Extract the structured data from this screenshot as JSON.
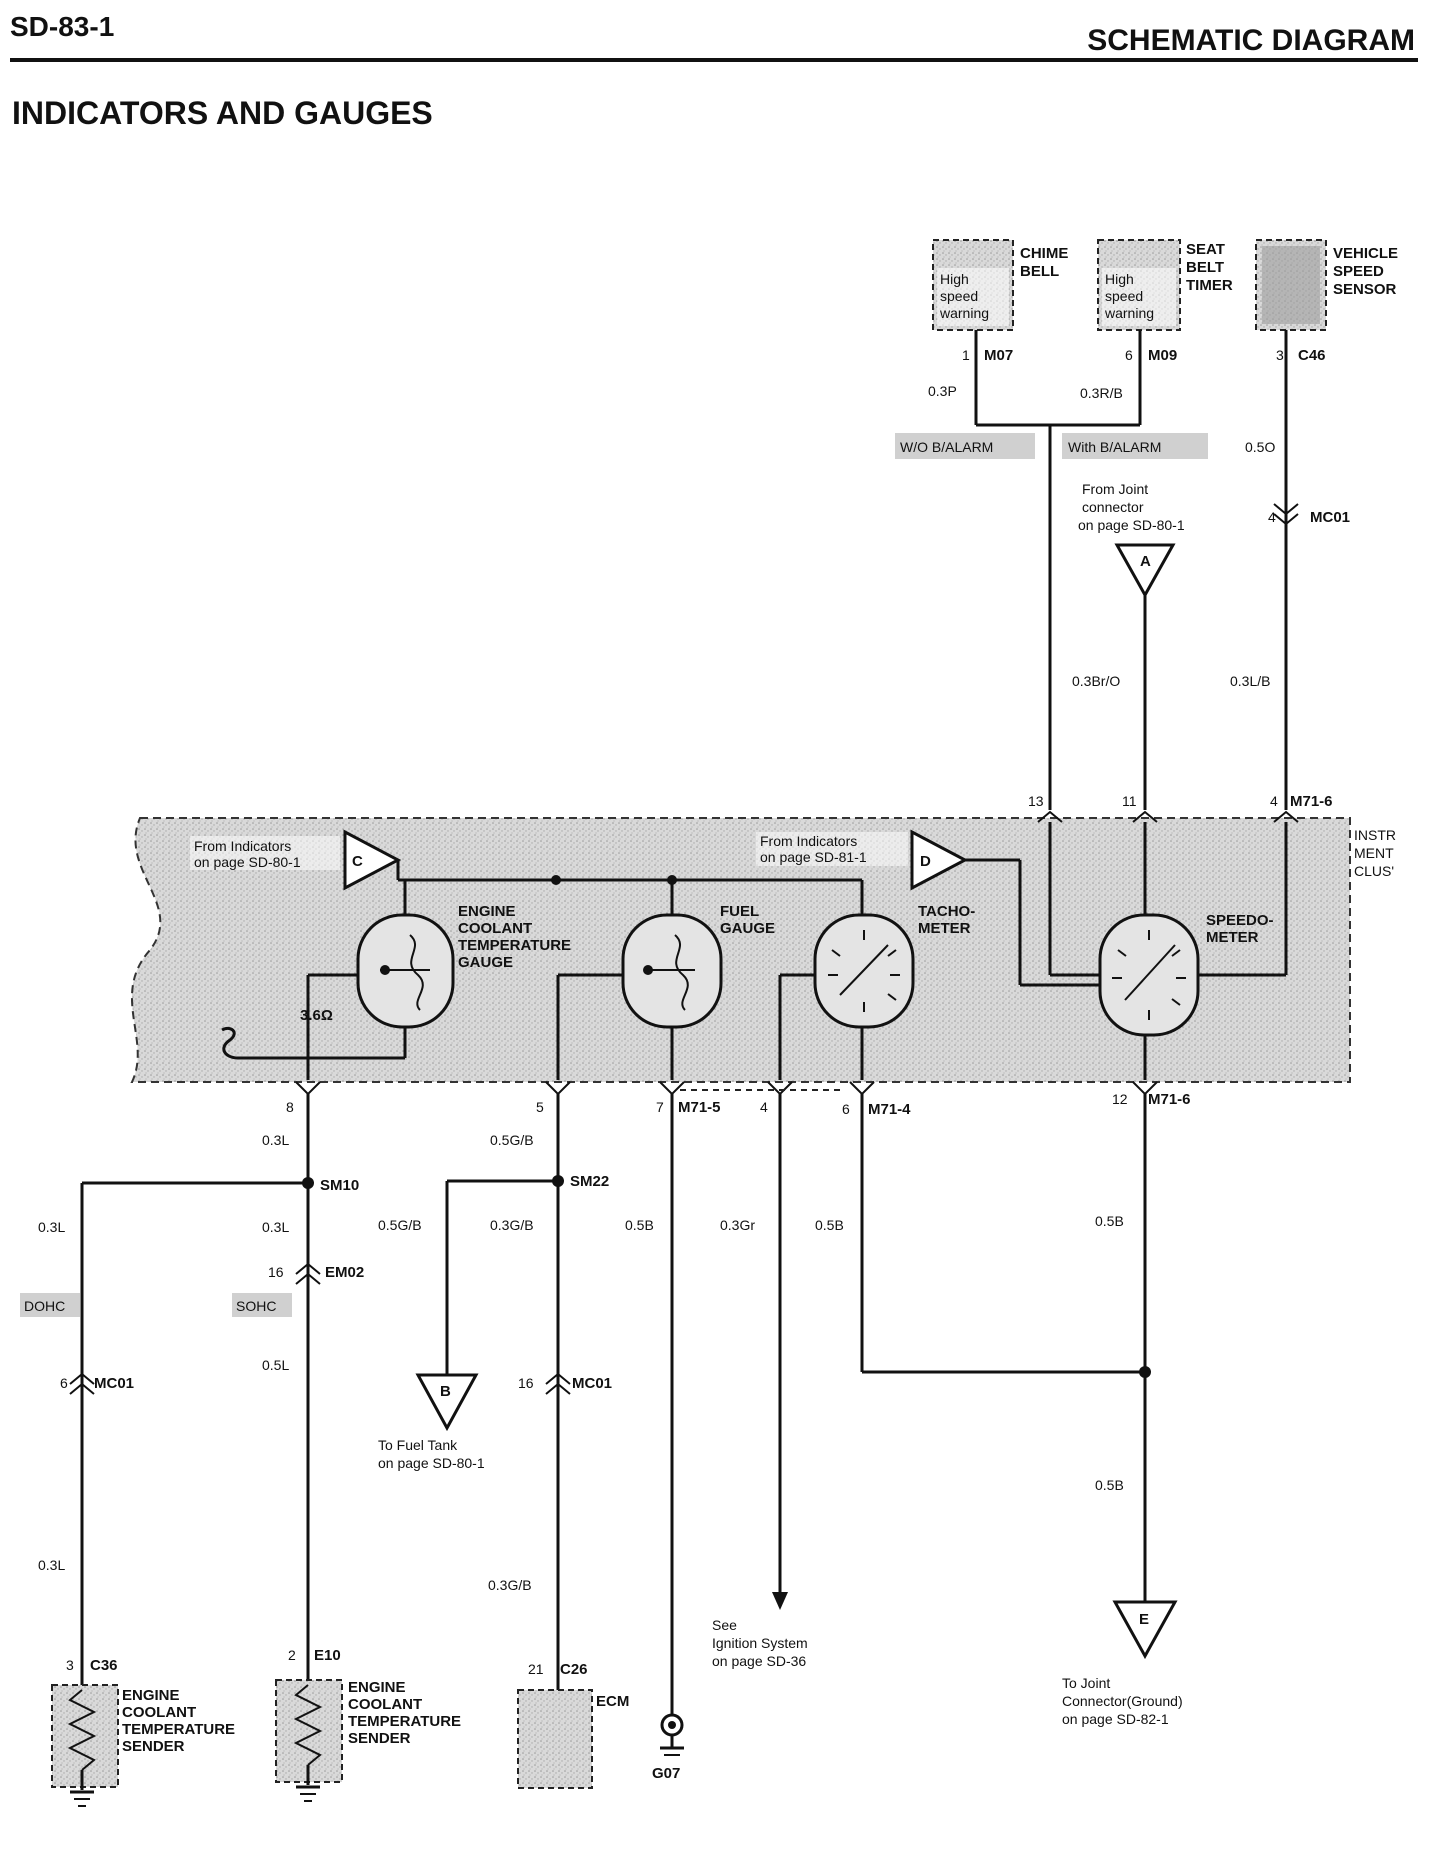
{
  "header": {
    "page_id": "SD-83-1",
    "doc_type": "SCHEMATIC DIAGRAM",
    "title": "INDICATORS AND GAUGES"
  },
  "top_components": {
    "chime_bell": {
      "inner": [
        "High",
        "speed",
        "warning"
      ],
      "label": [
        "CHIME",
        "BELL"
      ]
    },
    "seat_belt_timer": {
      "inner": [
        "High",
        "speed",
        "warning"
      ],
      "label": [
        "SEAT",
        "BELT",
        "TIMER"
      ]
    },
    "vehicle_speed_sensor": {
      "label": [
        "VEHICLE",
        "SPEED",
        "SENSOR"
      ]
    }
  },
  "connectors_top": {
    "chime": {
      "pin": "1",
      "name": "M07",
      "wire": "0.3P"
    },
    "seat": {
      "pin": "6",
      "name": "M09",
      "wire": "0.3R/B"
    },
    "vss": {
      "pin": "3",
      "name": "C46",
      "wire": "0.5O"
    },
    "vss_mc01": {
      "pin": "4",
      "name": "MC01"
    }
  },
  "options": {
    "wo_alarm": "W/O B/ALARM",
    "with_alarm": "With B/ALARM",
    "dohc": "DOHC",
    "sohc": "SOHC"
  },
  "references": {
    "a": {
      "letter": "A",
      "text": [
        "From Joint",
        "connector",
        "on page SD-80-1"
      ]
    },
    "b": {
      "letter": "B",
      "text": [
        "To Fuel Tank",
        "on page SD-80-1"
      ]
    },
    "c": {
      "letter": "C",
      "text": [
        "From Indicators",
        "on page SD-80-1"
      ]
    },
    "d": {
      "letter": "D",
      "text": [
        "From Indicators",
        "on page SD-81-1"
      ]
    },
    "e": {
      "letter": "E",
      "text": [
        "To Joint",
        "Connector(Ground)",
        "on page SD-82-1"
      ]
    },
    "see": {
      "text": [
        "See",
        "Ignition System",
        "on page SD-36"
      ]
    }
  },
  "wires": {
    "a_wire": "0.3Br/O",
    "vss_wire": "0.3L/B",
    "w8a": "0.3L",
    "w8b": "0.3L",
    "dohc_top": "0.3L",
    "sohc_low": "0.5L",
    "dohc_low": "0.3L",
    "w5": "0.5G/B",
    "sm22_left": "0.5G/B",
    "sm22_right": "0.3G/B",
    "ecm": "0.3G/B",
    "w7": "0.5B",
    "w4": "0.3Gr",
    "w6": "0.5B",
    "w12a": "0.5B",
    "w12b": "0.5B"
  },
  "cluster": {
    "label": [
      "INSTR",
      "MENT",
      "CLUS'"
    ],
    "top_pins": {
      "p13": "13",
      "p11": "11",
      "p4": "4",
      "conn": "M71-6"
    },
    "bottom_pins": {
      "p8": "8",
      "p5": "5",
      "p7": "7",
      "conn7": "M71-5",
      "p4": "4",
      "p6": "6",
      "conn6": "M71-4",
      "p12": "12",
      "conn12": "M71-6"
    },
    "resistor": "3.6Ω",
    "gauges": {
      "ect": [
        "ENGINE",
        "COOLANT",
        "TEMPERATURE",
        "GAUGE"
      ],
      "fuel": [
        "FUEL",
        "GAUGE"
      ],
      "tacho": [
        "TACHO-",
        "METER"
      ],
      "speedo": [
        "SPEEDO-",
        "METER"
      ]
    }
  },
  "splices": {
    "sm10": "SM10",
    "sm22": "SM22"
  },
  "lower_connectors": {
    "em02": {
      "pin": "16",
      "name": "EM02"
    },
    "mc01_left": {
      "pin": "6",
      "name": "MC01"
    },
    "mc01_mid": {
      "pin": "16",
      "name": "MC01"
    },
    "c36": {
      "pin": "3",
      "name": "C36"
    },
    "e10": {
      "pin": "2",
      "name": "E10"
    },
    "c26": {
      "pin": "21",
      "name": "C26"
    }
  },
  "bottom_components": {
    "sender_dohc": [
      "ENGINE",
      "COOLANT",
      "TEMPERATURE",
      "SENDER"
    ],
    "sender_sohc": [
      "ENGINE",
      "COOLANT",
      "TEMPERATURE",
      "SENDER"
    ],
    "ecm": "ECM",
    "ground": "G07"
  }
}
